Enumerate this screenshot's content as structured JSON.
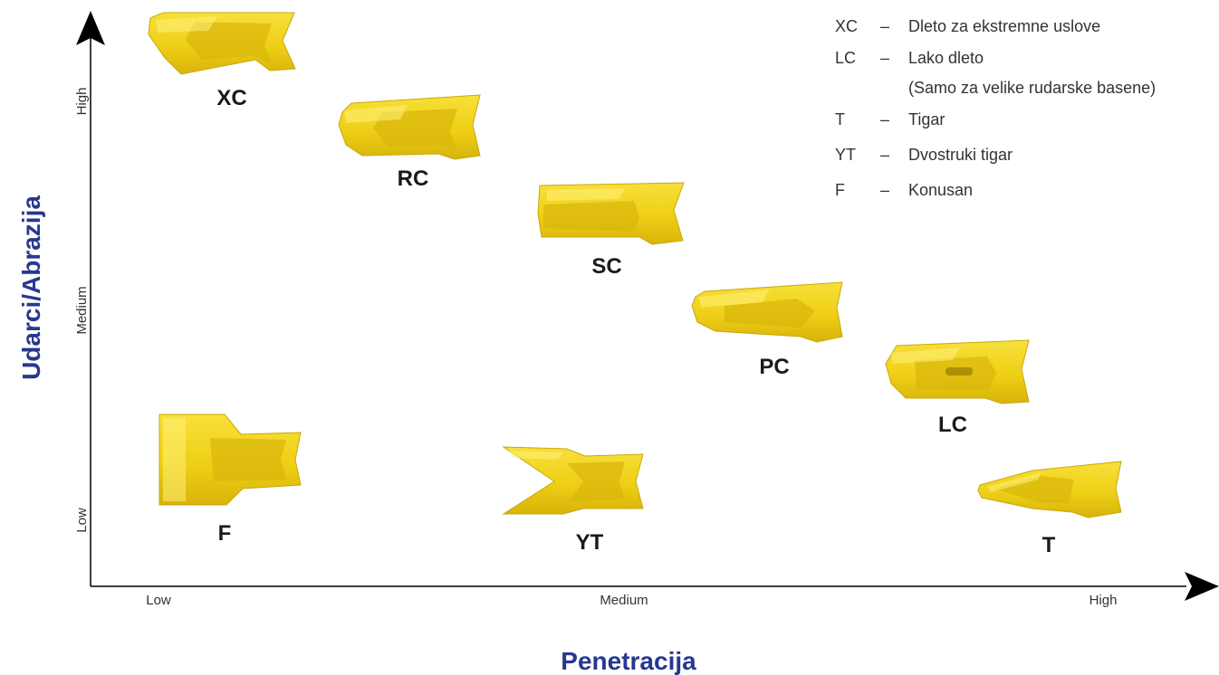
{
  "diagram": {
    "y_axis": {
      "title": "Udarci/Abrazija",
      "ticks": [
        "High",
        "Medium",
        "Low"
      ]
    },
    "x_axis": {
      "title": "Penetracija",
      "ticks": [
        "Low",
        "Medium",
        "High"
      ]
    },
    "teeth": [
      {
        "code": "XC"
      },
      {
        "code": "RC"
      },
      {
        "code": "SC"
      },
      {
        "code": "PC"
      },
      {
        "code": "LC"
      },
      {
        "code": "F"
      },
      {
        "code": "YT"
      },
      {
        "code": "T"
      }
    ],
    "legend": [
      {
        "code": "XC",
        "dash": "–",
        "text": "Dleto za ekstremne uslove"
      },
      {
        "code": "LC",
        "dash": "–",
        "text": "Lako dleto",
        "text2": "(Samo za velike rudarske basene)"
      },
      {
        "code": "T",
        "dash": "–",
        "text": "Tigar"
      },
      {
        "code": "YT",
        "dash": "–",
        "text": "Dvostruki tigar"
      },
      {
        "code": "F",
        "dash": "–",
        "text": "Konusan"
      }
    ],
    "colors": {
      "tooth": "#f0d21e",
      "axis_title": "#27388f"
    }
  }
}
